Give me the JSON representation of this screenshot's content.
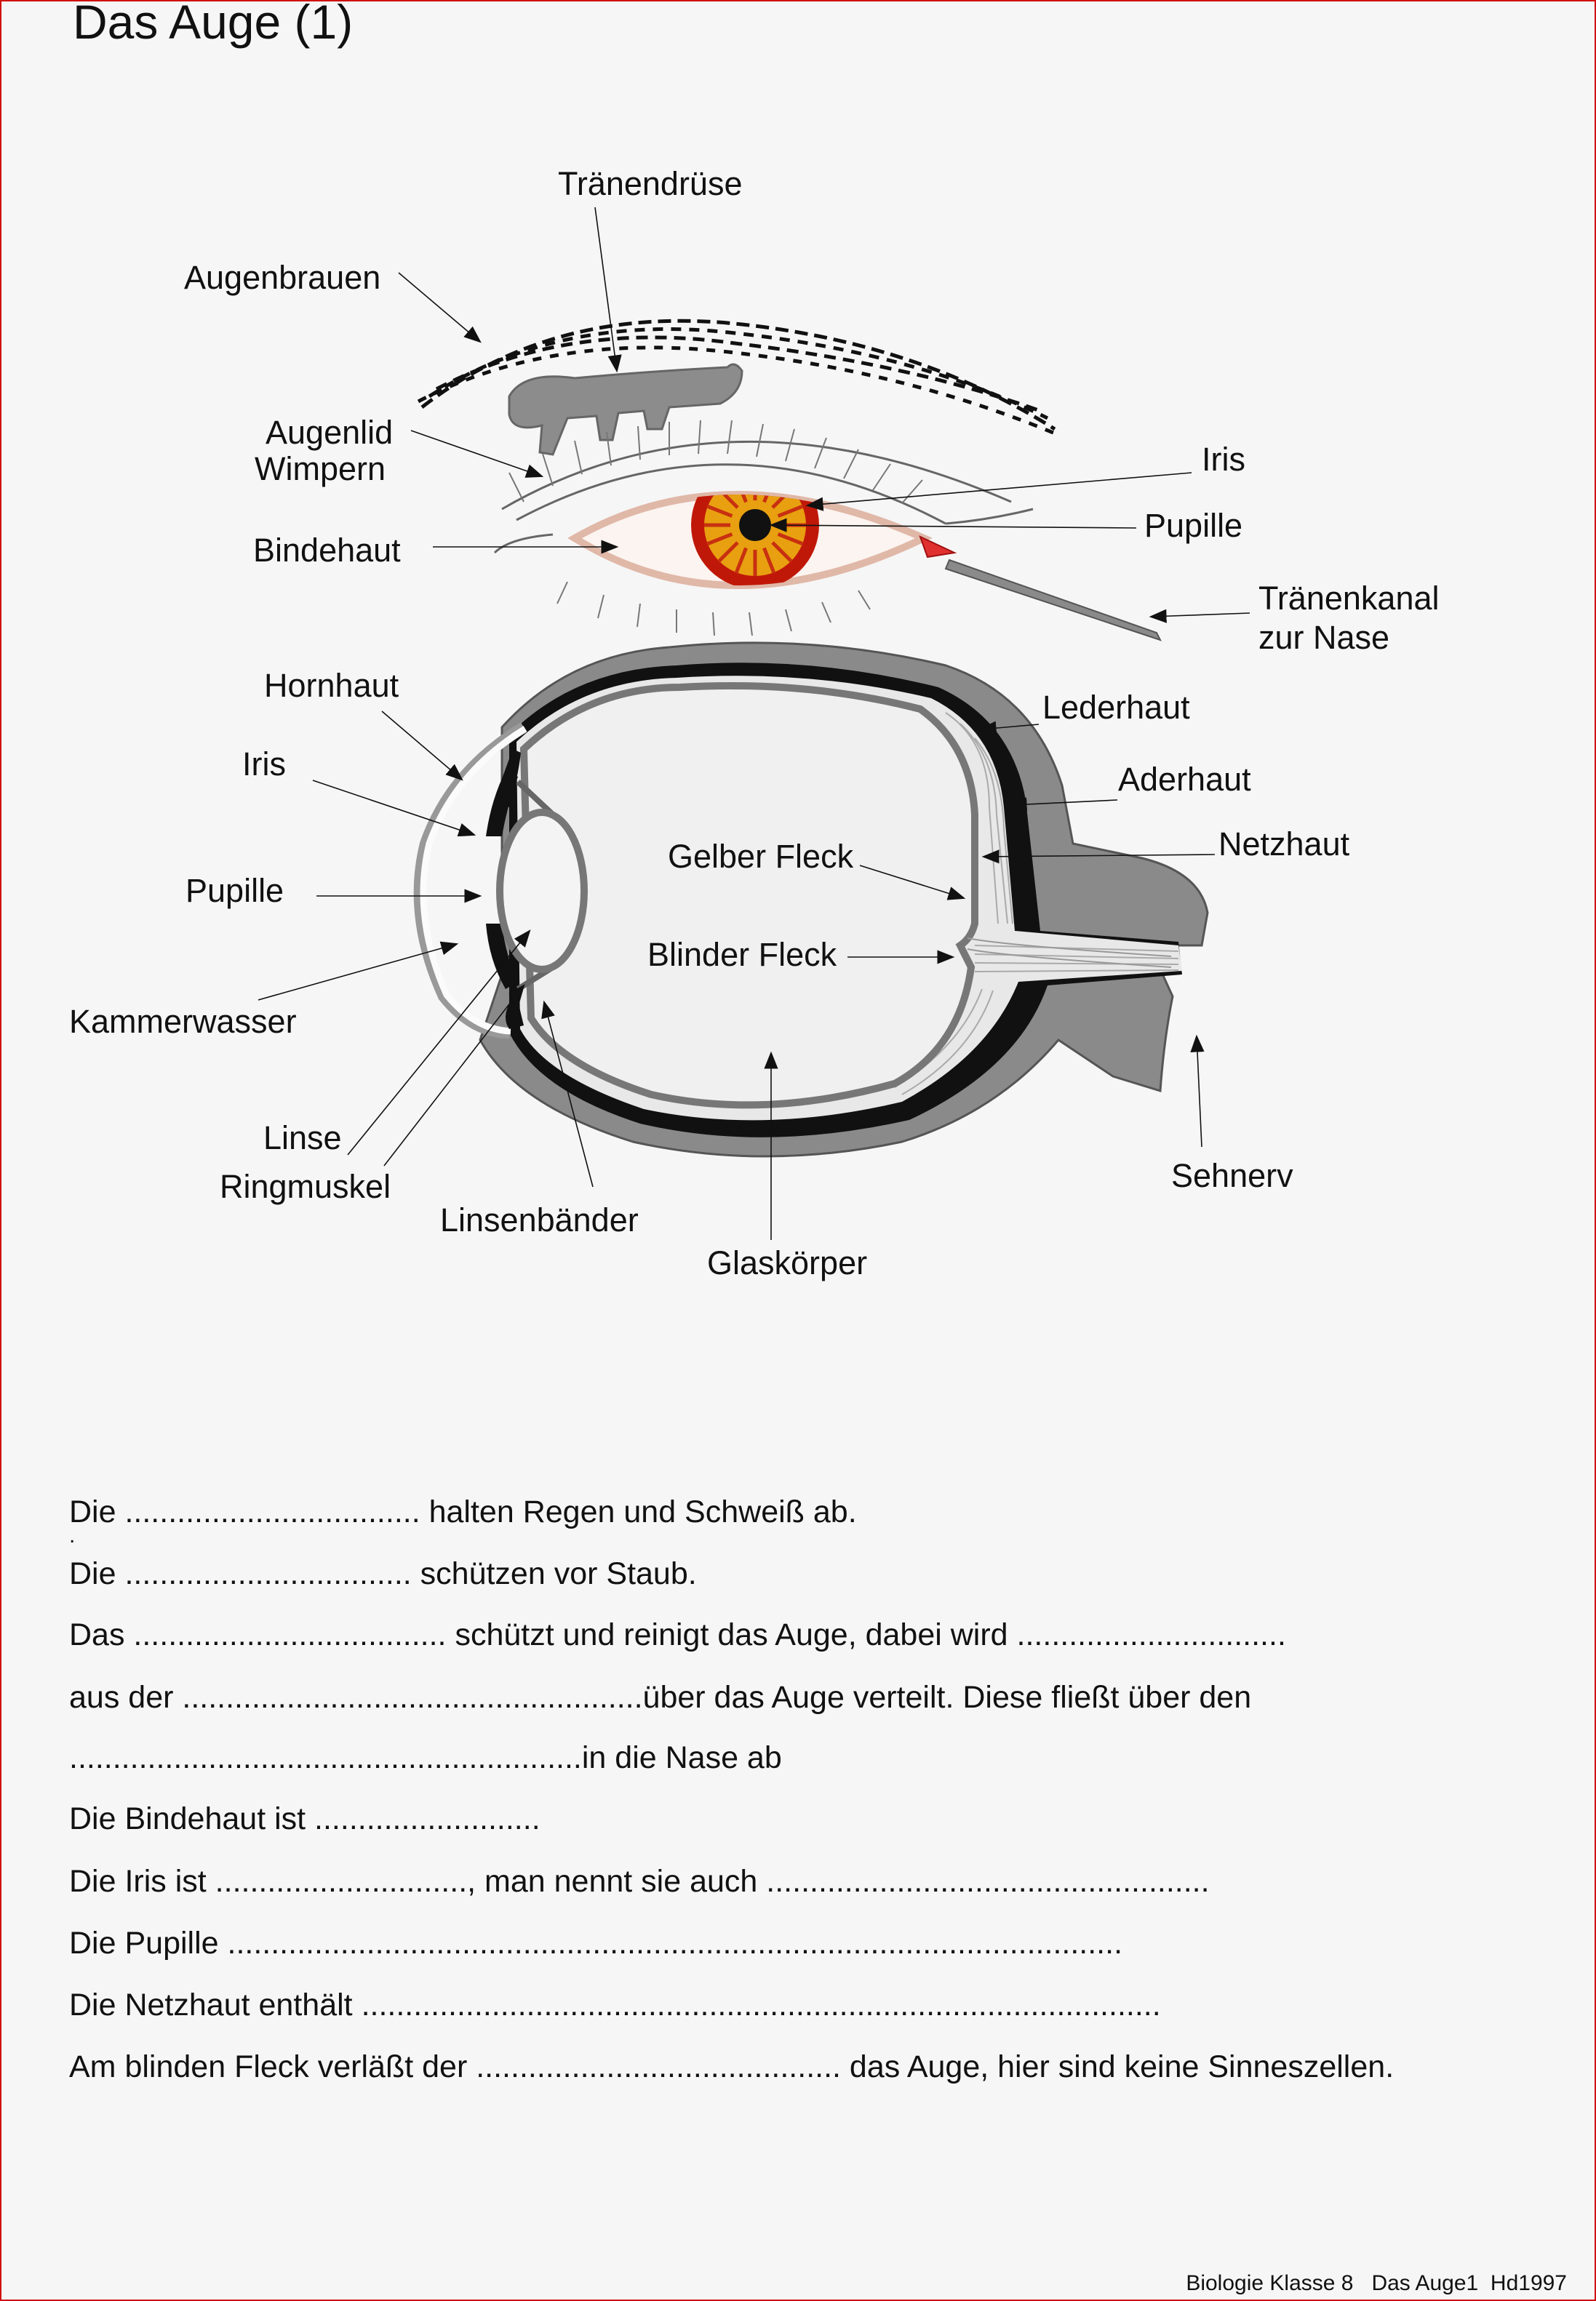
{
  "title": "Das Auge (1)",
  "labels": {
    "traenendruese": "Tränendrüse",
    "augenbrauen": "Augenbrauen",
    "augenlid": "Augenlid",
    "wimpern": "Wimpern",
    "bindehaut": "Bindehaut",
    "iris_top": "Iris",
    "pupille_top": "Pupille",
    "traenenkanal_1": "Tränenkanal",
    "traenenkanal_2": "zur Nase",
    "hornhaut": "Hornhaut",
    "iris": "Iris",
    "pupille": "Pupille",
    "kammerwasser": "Kammerwasser",
    "linse": "Linse",
    "ringmuskel": "Ringmuskel",
    "linsenbaender": "Linsenbänder",
    "glaskoerper": "Glaskörper",
    "gelber_fleck": "Gelber Fleck",
    "blinder_fleck": "Blinder Fleck",
    "lederhaut": "Lederhaut",
    "aderhaut": "Aderhaut",
    "netzhaut": "Netzhaut",
    "sehnerv": "Sehnerv"
  },
  "worksheet": [
    "Die .................................. halten Regen und Schweiß ab.",
    "Die ................................. schützen vor Staub.",
    "Das .................................... schützt und reinigt das Auge, dabei wird ...............................",
    "aus der .....................................................über das Auge verteilt. Diese fließt über den",
    "...........................................................in die Nase ab",
    "Die Bindehaut ist ..........................",
    "Die Iris ist ............................., man nennt sie auch ...................................................",
    "Die Pupille .......................................................................................................",
    "Die Netzhaut enthält ............................................................................................",
    "Am blinden Fleck verläßt der .......................................... das Auge, hier sind keine Sinneszellen."
  ],
  "stray_mark": ".",
  "footer": "Biologie Klasse 8   Das Auge1  Hd1997",
  "colors": {
    "frame": "#d01010",
    "iris": "#e8a010",
    "iris_ring": "#c01808",
    "sclera_gray": "#8a8a8a"
  }
}
